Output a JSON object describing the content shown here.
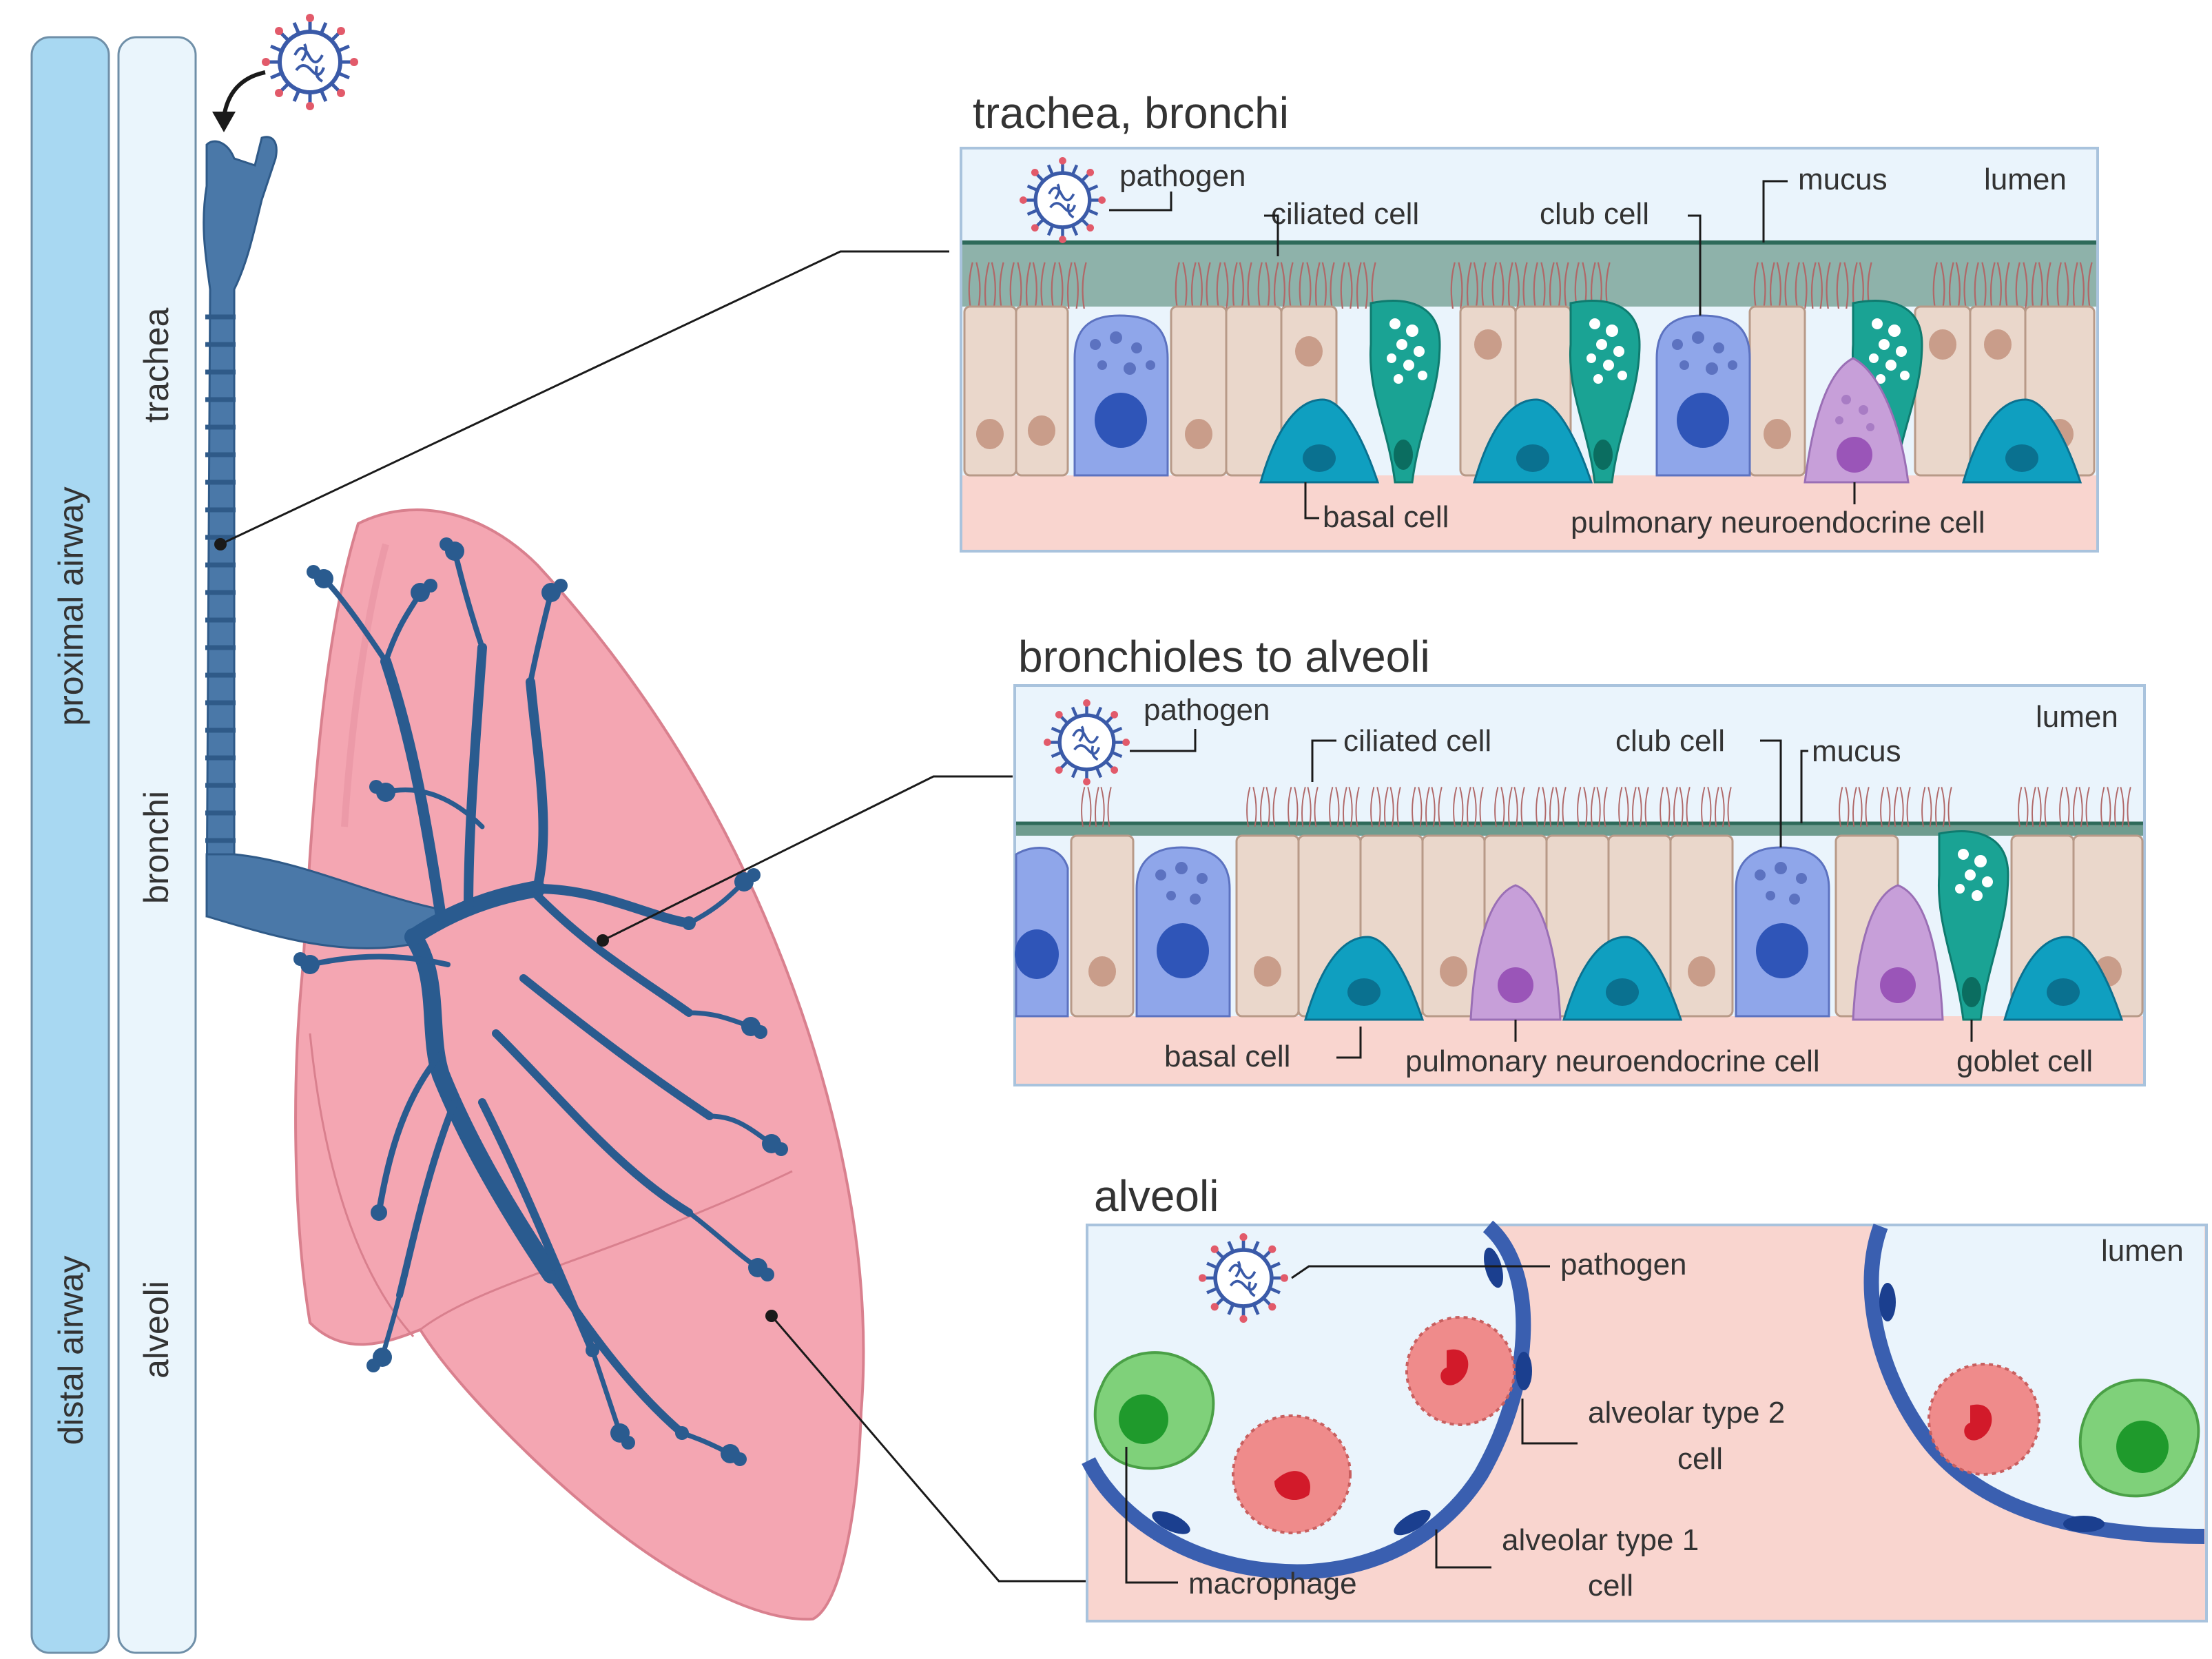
{
  "sidebar": {
    "proximal": "proximal airway",
    "distal": "distal airway",
    "trachea": "trachea",
    "bronchi": "bronchi",
    "alveoli": "alveoli"
  },
  "panels": {
    "trachea": {
      "title": "trachea, bronchi",
      "pathogen": "pathogen",
      "ciliated": "ciliated cell",
      "club": "club cell",
      "mucus": "mucus",
      "lumen": "lumen",
      "basal": "basal cell",
      "pnec": "pulmonary neuroendocrine cell"
    },
    "bronchioles": {
      "title": "bronchioles to alveoli",
      "pathogen": "pathogen",
      "ciliated": "ciliated cell",
      "club": "club cell",
      "mucus": "mucus",
      "lumen": "lumen",
      "basal": "basal cell",
      "pnec": "pulmonary neuroendocrine cell",
      "goblet": "goblet cell"
    },
    "alveoli": {
      "title": "alveoli",
      "pathogen": "pathogen",
      "lumen": "lumen",
      "at2_line1": "alveolar type 2",
      "at2_line2": "cell",
      "at1_line1": "alveolar type 1",
      "at1_line2": "cell",
      "macrophage": "macrophage"
    }
  },
  "colors": {
    "sidebar_outer": "#a8d8f2",
    "sidebar_inner": "#eaf5fc",
    "airway_blue": "#4a78a8",
    "lung_pink": "#f4a6b2",
    "panel_border": "#a9c3dd",
    "lumen_bg": "#eaf4fc",
    "epithelium": "#ead7cb",
    "mucus": "#6f9c8f",
    "basal": "#0f9fc0",
    "club": "#8fa6ea",
    "goblet": "#1aa394",
    "pnec": "#c79fd9",
    "macrophage": "#7fd17a",
    "at2": "#ef8b8b"
  }
}
